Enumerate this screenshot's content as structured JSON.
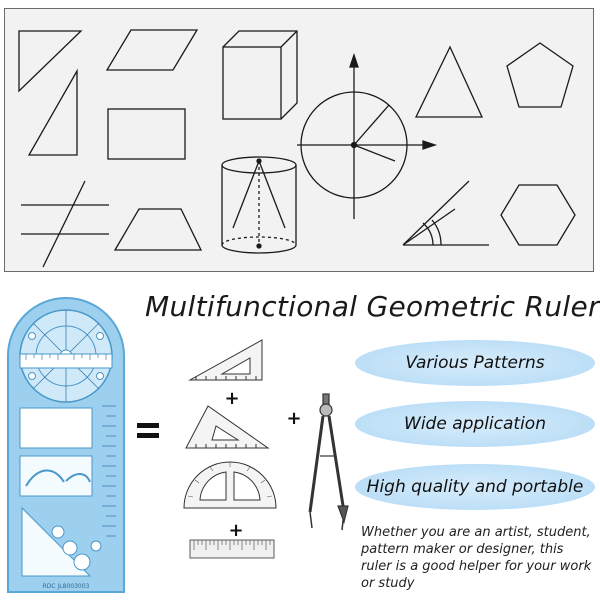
{
  "title": "Multifunctional Geometric Ruler",
  "features": [
    {
      "label": "Various Patterns"
    },
    {
      "label": "Wide application"
    },
    {
      "label": "High quality and portable"
    }
  ],
  "description": "Whether you are an artist, student, pattern maker or designer, this ruler is a good helper for your work or study",
  "equals_sign": "=",
  "plus_sign": "+",
  "ruler_label": "RDC JL8003003",
  "colors": {
    "panel_background": "#f2f2f2",
    "panel_border": "#6b6b6b",
    "ruler_blue": "#8fc9ec",
    "pill_blue": "#c2e2f8",
    "text": "#111111"
  }
}
